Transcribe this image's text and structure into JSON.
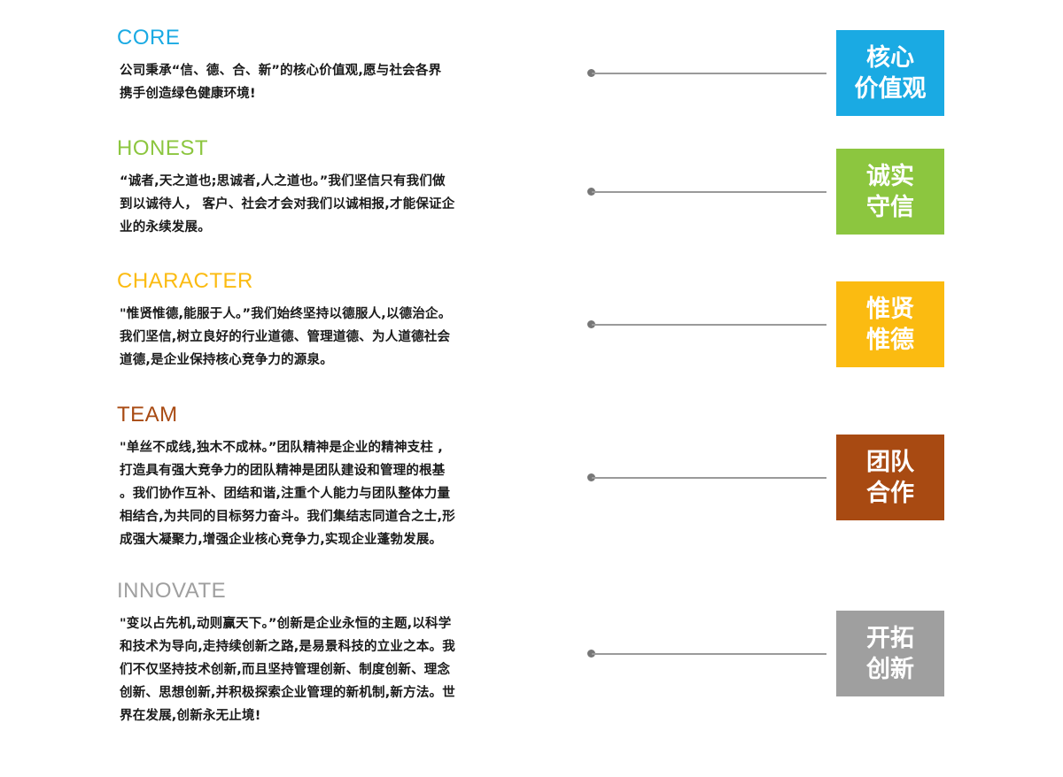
{
  "colors": {
    "core": "#1aaae3",
    "honest": "#8cc63f",
    "character": "#fbbb11",
    "team": "#a84a12",
    "innovate": "#9f9f9f"
  },
  "values": [
    {
      "title": "CORE",
      "lines": [
        "公司秉承“信、德、合、新”的核心价值观,愿与社会各界",
        "携手创造绿色健康环境!"
      ],
      "badge_line1": "核心",
      "badge_line2": "价值观"
    },
    {
      "title": "HONEST",
      "lines": [
        "“诚者,天之道也;思诚者,人之道也。”我们坚信只有我们做",
        "到以诚待人， 客户、社会才会对我们以诚相报,才能保证企",
        "业的永续发展。"
      ],
      "badge_line1": "诚实",
      "badge_line2": "守信"
    },
    {
      "title": "CHARACTER",
      "lines": [
        "\"惟贤惟德,能服于人。”我们始终坚持以德服人,以德治企。",
        "我们坚信,树立良好的行业道德、管理道德、为人道德社会",
        "道德,是企业保持核心竞争力的源泉。"
      ],
      "badge_line1": "惟贤",
      "badge_line2": "惟德"
    },
    {
      "title": "TEAM",
      "lines": [
        "\"单丝不成线,独木不成林。”团队精神是企业的精神支柱 ,",
        "打造具有强大竞争力的团队精神是团队建设和管理的根基",
        "。我们协作互补、团结和谐,注重个人能力与团队整体力量",
        "相结合,为共同的目标努力奋斗。我们集结志同道合之士,形",
        "成强大凝聚力,增强企业核心竞争力,实现企业蓬勃发展。"
      ],
      "badge_line1": "团队",
      "badge_line2": "合作"
    },
    {
      "title": "INNOVATE",
      "lines": [
        "\"变以占先机,动则赢天下。”创新是企业永恒的主题,以科学",
        "和技术为导向,走持续创新之路,是易景科技的立业之本。我",
        "们不仅坚持技术创新,而且坚持管理创新、制度创新、理念",
        "创新、思想创新,并积极探索企业管理的新机制,新方法。世",
        "界在发展,创新永无止境!"
      ],
      "badge_line1": "开拓",
      "badge_line2": "创新"
    }
  ]
}
